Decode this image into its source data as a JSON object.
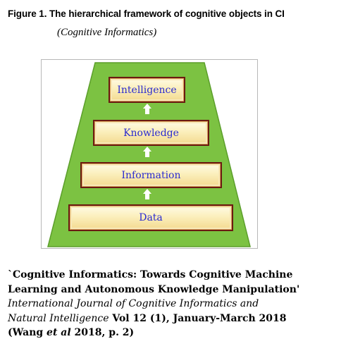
{
  "figure": {
    "title": "Figure 1. The hierarchical framework of cognitive objects in CI",
    "subtitle": "(Cognitive Informatics)"
  },
  "diagram": {
    "levels": [
      {
        "label": "Intelligence"
      },
      {
        "label": "Knowledge"
      },
      {
        "label": "Information"
      },
      {
        "label": "Data"
      }
    ],
    "colors": {
      "pyramid_fill": "#7cc242",
      "pyramid_stroke": "#5b9e2a",
      "box_border": "#6b1a12",
      "box_fill": "#fbefbc",
      "label_text": "#2b2bd0",
      "arrow": "#ffffff"
    }
  },
  "citation": {
    "title_line1": "`Cognitive Informatics: Towards Cognitive Machine",
    "title_line2": "Learning and Autonomous Knowledge Manipulation'",
    "journal_line1": "International Journal of Cognitive Informatics and",
    "journal_line2": "Natural Intelligence",
    "volume": " Vol 12 (1), January-March 2018",
    "ref_open": "(Wang ",
    "ref_etal": "et al",
    "ref_close": " 2018, p. 2)"
  }
}
